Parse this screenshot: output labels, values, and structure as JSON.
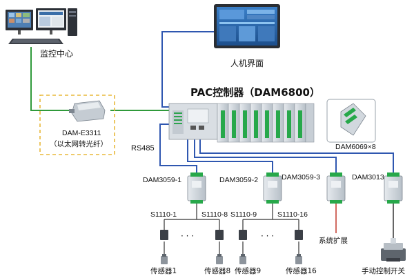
{
  "labels": {
    "monitor_center": "监控中心",
    "hmi": "人机界面",
    "pac_title": "PAC控制器（DAM6800）",
    "converter_model": "DAM-E3311",
    "converter_desc": "（以太网转光纤）",
    "rs485": "RS485",
    "expansion_module": "DAM6069×8",
    "module_1": "DAM3059-1",
    "module_2": "DAM3059-2",
    "module_3": "DAM3059-3",
    "module_4": "DAM3013",
    "sensor_model_1": "S1110-1",
    "sensor_model_8": "S1110-8",
    "sensor_model_9": "S1110-9",
    "sensor_model_16": "S1110-16",
    "sensor_1": "传感器1",
    "sensor_8": "传感器8",
    "sensor_9": "传感器9",
    "sensor_16": "传感器16",
    "ellipsis": "· · ·",
    "system_expansion": "系统扩展",
    "manual_switch": "手动控制开关"
  },
  "colors": {
    "ethernet_line": "#2f9a3a",
    "bus_line": "#2f57b0",
    "expansion_line": "#c0392b",
    "wire": "#333333",
    "dashed_box": "#e8b83a",
    "module_case": "#d5dbe0",
    "module_terminal": "#27a84a"
  }
}
